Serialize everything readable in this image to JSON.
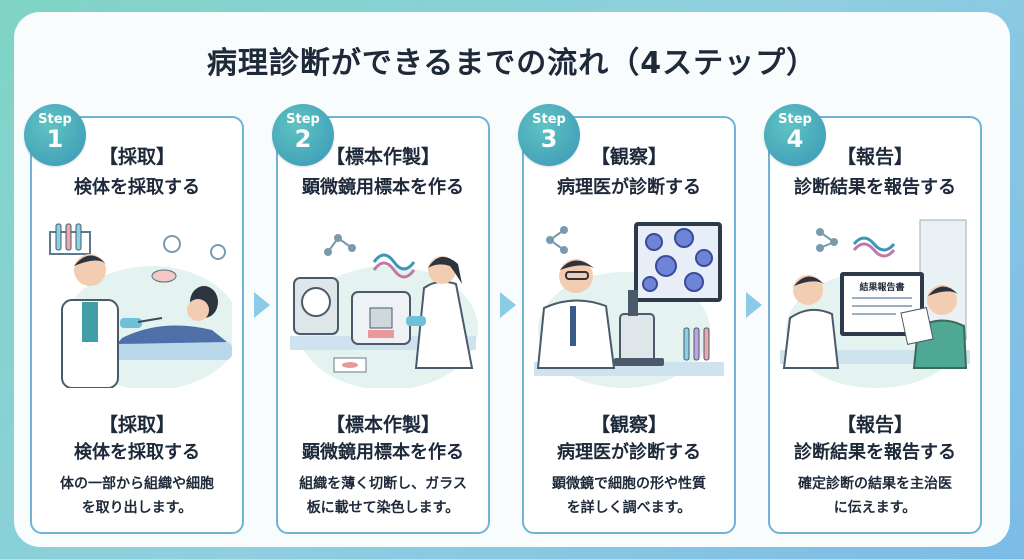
{
  "title": "病理診断ができるまでの流れ（4ステップ）",
  "colors": {
    "accent": "#3a97b6",
    "border": "#6fb3d6",
    "arrow": "#8ccbe6"
  },
  "steps": [
    {
      "step_label": "Step",
      "number": "1",
      "label": "【採取】",
      "subtitle": "検体を採取する",
      "desc1": "体の一部から組織や細胞",
      "desc2": "を取り出します。",
      "icon": "doctor-patient-biopsy-illustration"
    },
    {
      "step_label": "Step",
      "number": "2",
      "label": "【標本作製】",
      "subtitle": "顕微鏡用標本を作る",
      "desc1": "組織を薄く切断し、ガラス",
      "desc2": "板に載せて染色します。",
      "icon": "lab-microtome-illustration"
    },
    {
      "step_label": "Step",
      "number": "3",
      "label": "【観察】",
      "subtitle": "病理医が診断する",
      "desc1": "顕微鏡で細胞の形や性質",
      "desc2": "を詳しく調べます。",
      "icon": "pathologist-microscope-illustration"
    },
    {
      "step_label": "Step",
      "number": "4",
      "label": "【報告】",
      "subtitle": "診断結果を報告する",
      "desc1": "確定診断の結果を主治医",
      "desc2": "に伝えます。",
      "icon": "report-delivery-illustration",
      "report_title": "結果報告書"
    }
  ]
}
